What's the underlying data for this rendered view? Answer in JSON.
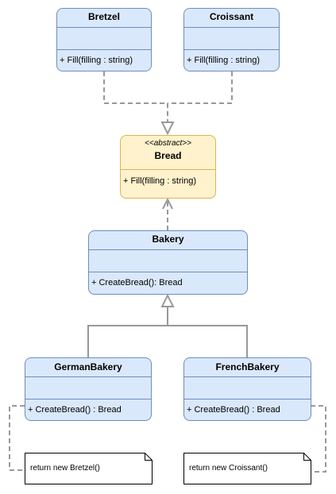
{
  "classes": {
    "bretzel": {
      "name": "Bretzel",
      "method": "+ Fill(filling : string)"
    },
    "croissant": {
      "name": "Croissant",
      "method": "+ Fill(filling : string)"
    },
    "bread": {
      "stereotype": "<<abstract>>",
      "name": "Bread",
      "method": "+ Fill(filling : string)"
    },
    "bakery": {
      "name": "Bakery",
      "method": "+ CreateBread(): Bread"
    },
    "german_bakery": {
      "name": "GermanBakery",
      "method": "+ CreateBread() : Bread"
    },
    "french_bakery": {
      "name": "FrenchBakery",
      "method": "+ CreateBread() : Bread"
    }
  },
  "notes": {
    "german": "return new Bretzel()",
    "french": "return new Croissant()"
  },
  "colors": {
    "class_fill": "#dae8fc",
    "class_stroke": "#6c8ebf",
    "abstract_fill": "#fff2cc",
    "abstract_stroke": "#d6b656",
    "connector": "#999999"
  }
}
